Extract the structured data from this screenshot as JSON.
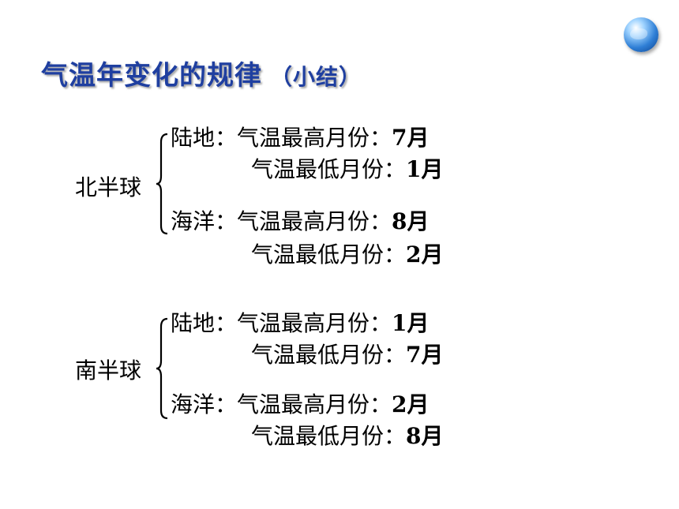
{
  "slide": {
    "title": "气温年变化的规律",
    "subtitle": "（小结）",
    "decor_icon": "globe-icon",
    "title_color": "#1f3fa0"
  },
  "north": {
    "hemisphere": "北半球",
    "land": {
      "label": "陆地：",
      "high_text": "气温最高月份：",
      "high_value": "7月",
      "low_text": "气温最低月份：",
      "low_value": "1月"
    },
    "ocean": {
      "label": "海洋：",
      "high_text": "气温最高月份：",
      "high_value": "8月",
      "low_text": "气温最低月份：",
      "low_value": "2月"
    }
  },
  "south": {
    "hemisphere": "南半球",
    "land": {
      "label": "陆地：",
      "high_text": "气温最高月份：",
      "high_value": "1月",
      "low_text": "气温最低月份：",
      "low_value": "7月"
    },
    "ocean": {
      "label": "海洋：",
      "high_text": "气温最高月份：",
      "high_value": "2月",
      "low_text": "气温最低月份：",
      "low_value": "8月"
    }
  }
}
